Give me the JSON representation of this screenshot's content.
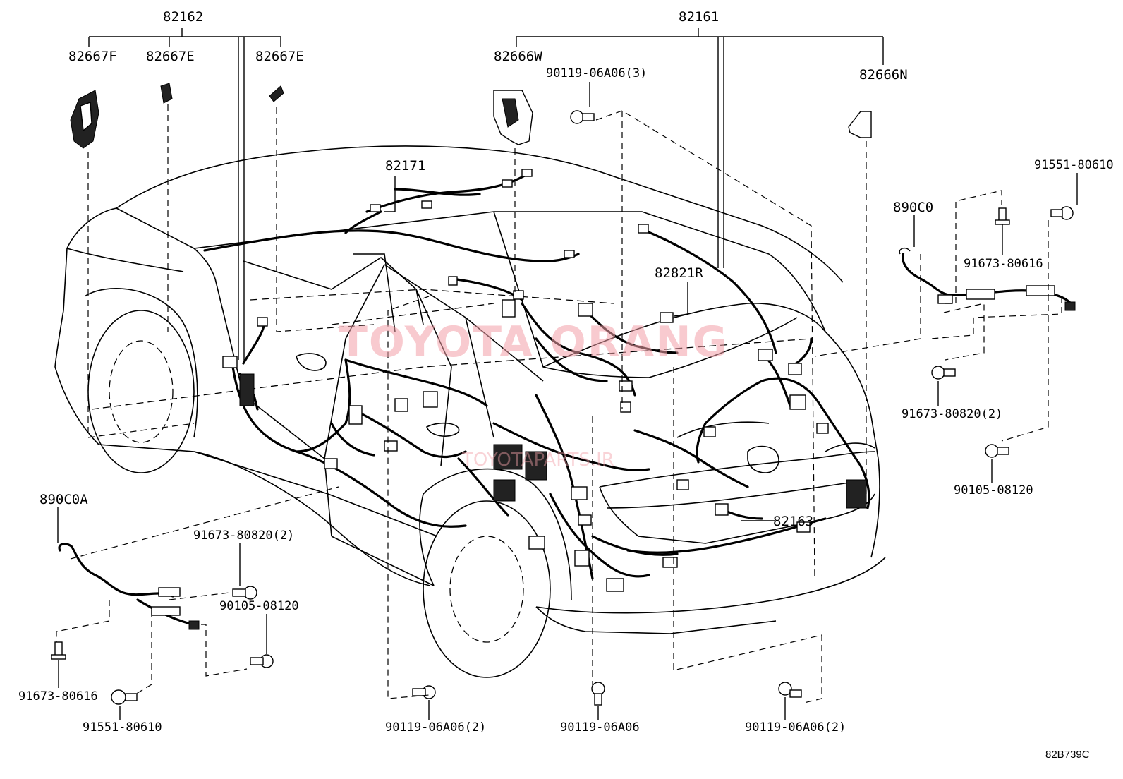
{
  "labels": {
    "p82162": "82162",
    "p82667F": "82667F",
    "p82667E_a": "82667E",
    "p82667E_b": "82667E",
    "p82161": "82161",
    "p82666W": "82666W",
    "p90119_3": "90119-06A06(3)",
    "p82666N": "82666N",
    "p82171": "82171",
    "p91551_r": "91551-80610",
    "p890C0": "890C0",
    "p91673_616_r": "91673-80616",
    "p82821R": "82821R",
    "p91673_820_r": "91673-80820(2)",
    "p90105_r": "90105-08120",
    "p82163": "82163",
    "p890C0A": "890C0A",
    "p91673_820_l": "91673-80820(2)",
    "p90105_l": "90105-08120",
    "p91673_616_l": "91673-80616",
    "p91551_l": "91551-80610",
    "p90119_2a": "90119-06A06(2)",
    "p90119_1": "90119-06A06",
    "p90119_2b": "90119-06A06(2)"
  },
  "watermark": {
    "main": "TOYOTA ORANG",
    "sub": "TOYOTAPARTS.IR"
  },
  "reference": "82B739C"
}
